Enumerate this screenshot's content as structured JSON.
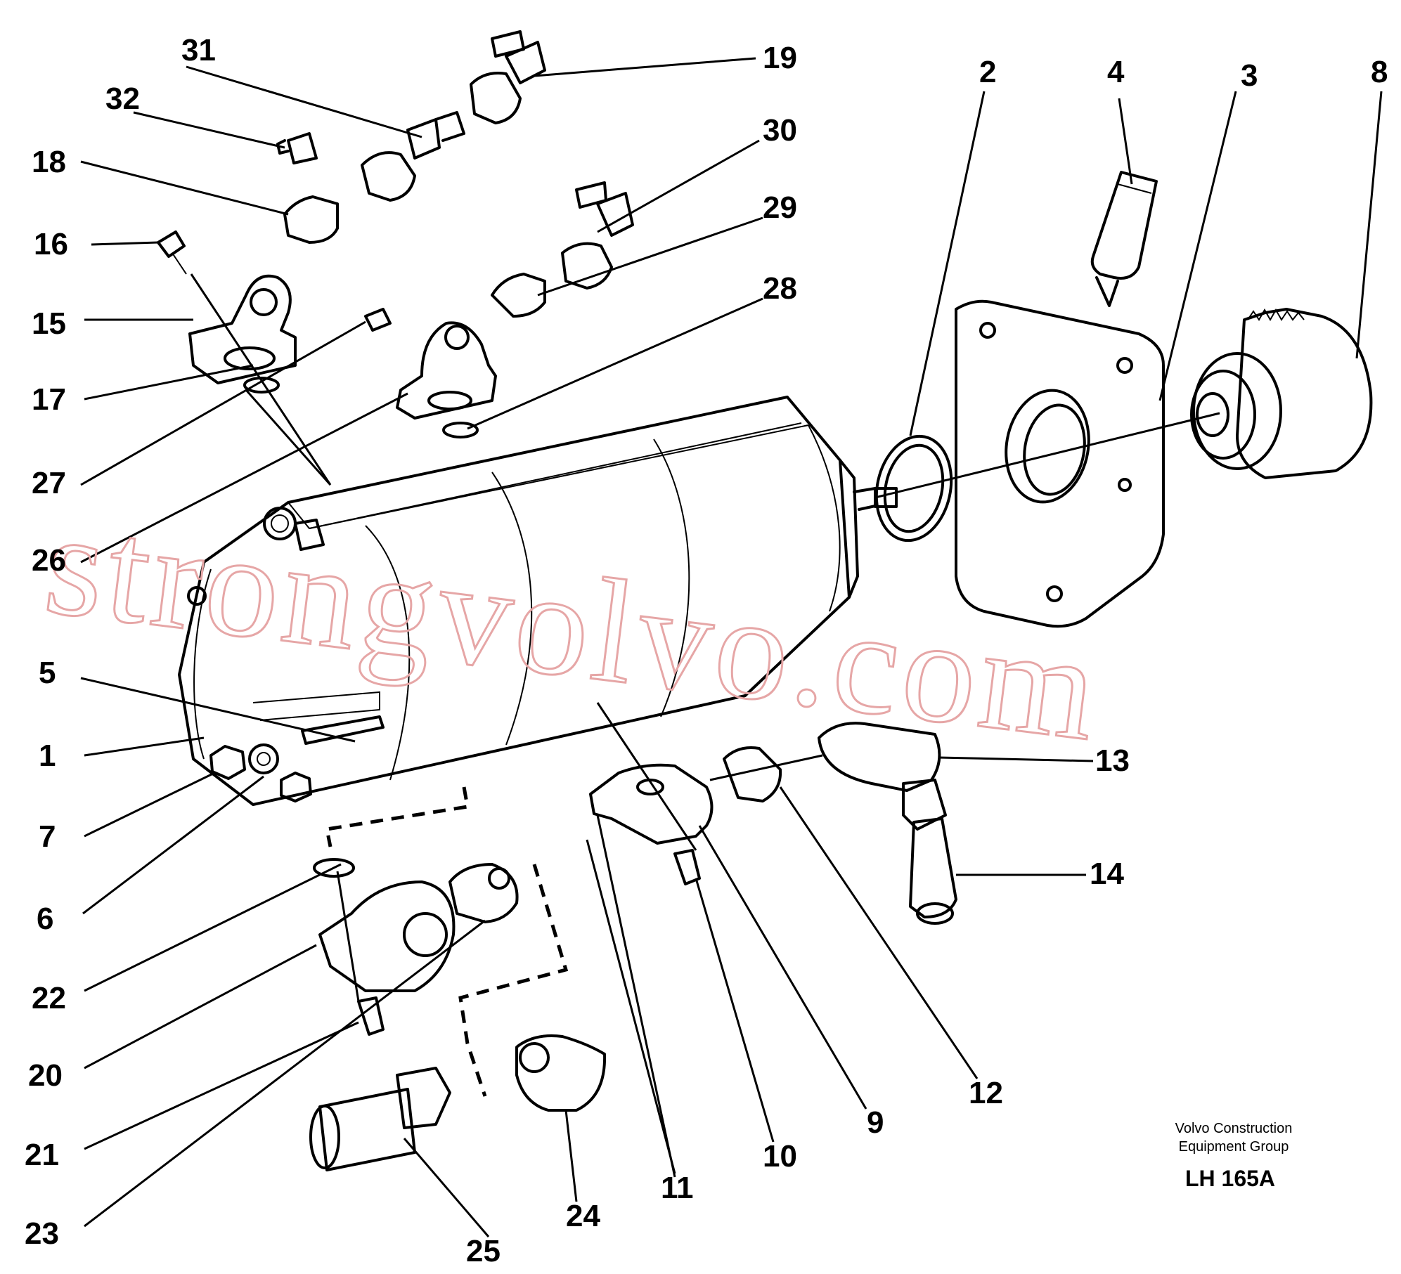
{
  "callouts": [
    {
      "id": "1",
      "label": "1"
    },
    {
      "id": "2",
      "label": "2"
    },
    {
      "id": "3",
      "label": "3"
    },
    {
      "id": "4",
      "label": "4"
    },
    {
      "id": "5",
      "label": "5"
    },
    {
      "id": "6",
      "label": "6"
    },
    {
      "id": "7",
      "label": "7"
    },
    {
      "id": "8",
      "label": "8"
    },
    {
      "id": "9",
      "label": "9"
    },
    {
      "id": "10",
      "label": "10"
    },
    {
      "id": "11",
      "label": "11"
    },
    {
      "id": "12",
      "label": "12"
    },
    {
      "id": "13",
      "label": "13"
    },
    {
      "id": "14",
      "label": "14"
    },
    {
      "id": "15",
      "label": "15"
    },
    {
      "id": "16",
      "label": "16"
    },
    {
      "id": "17",
      "label": "17"
    },
    {
      "id": "18",
      "label": "18"
    },
    {
      "id": "19",
      "label": "19"
    },
    {
      "id": "20",
      "label": "20"
    },
    {
      "id": "21",
      "label": "21"
    },
    {
      "id": "22",
      "label": "22"
    },
    {
      "id": "23",
      "label": "23"
    },
    {
      "id": "24",
      "label": "24"
    },
    {
      "id": "25",
      "label": "25"
    },
    {
      "id": "26",
      "label": "26"
    },
    {
      "id": "27",
      "label": "27"
    },
    {
      "id": "28",
      "label": "28"
    },
    {
      "id": "29",
      "label": "29"
    },
    {
      "id": "30",
      "label": "30"
    },
    {
      "id": "31",
      "label": "31"
    },
    {
      "id": "32",
      "label": "32"
    }
  ],
  "credit": {
    "line1": "Volvo Construction",
    "line2": "Equipment Group"
  },
  "drawing_code": "LH 165A",
  "watermark": "strongvolvo.com",
  "colors": {
    "ink": "#000000",
    "watermark": "#e6a6a6",
    "background": "#ffffff"
  }
}
